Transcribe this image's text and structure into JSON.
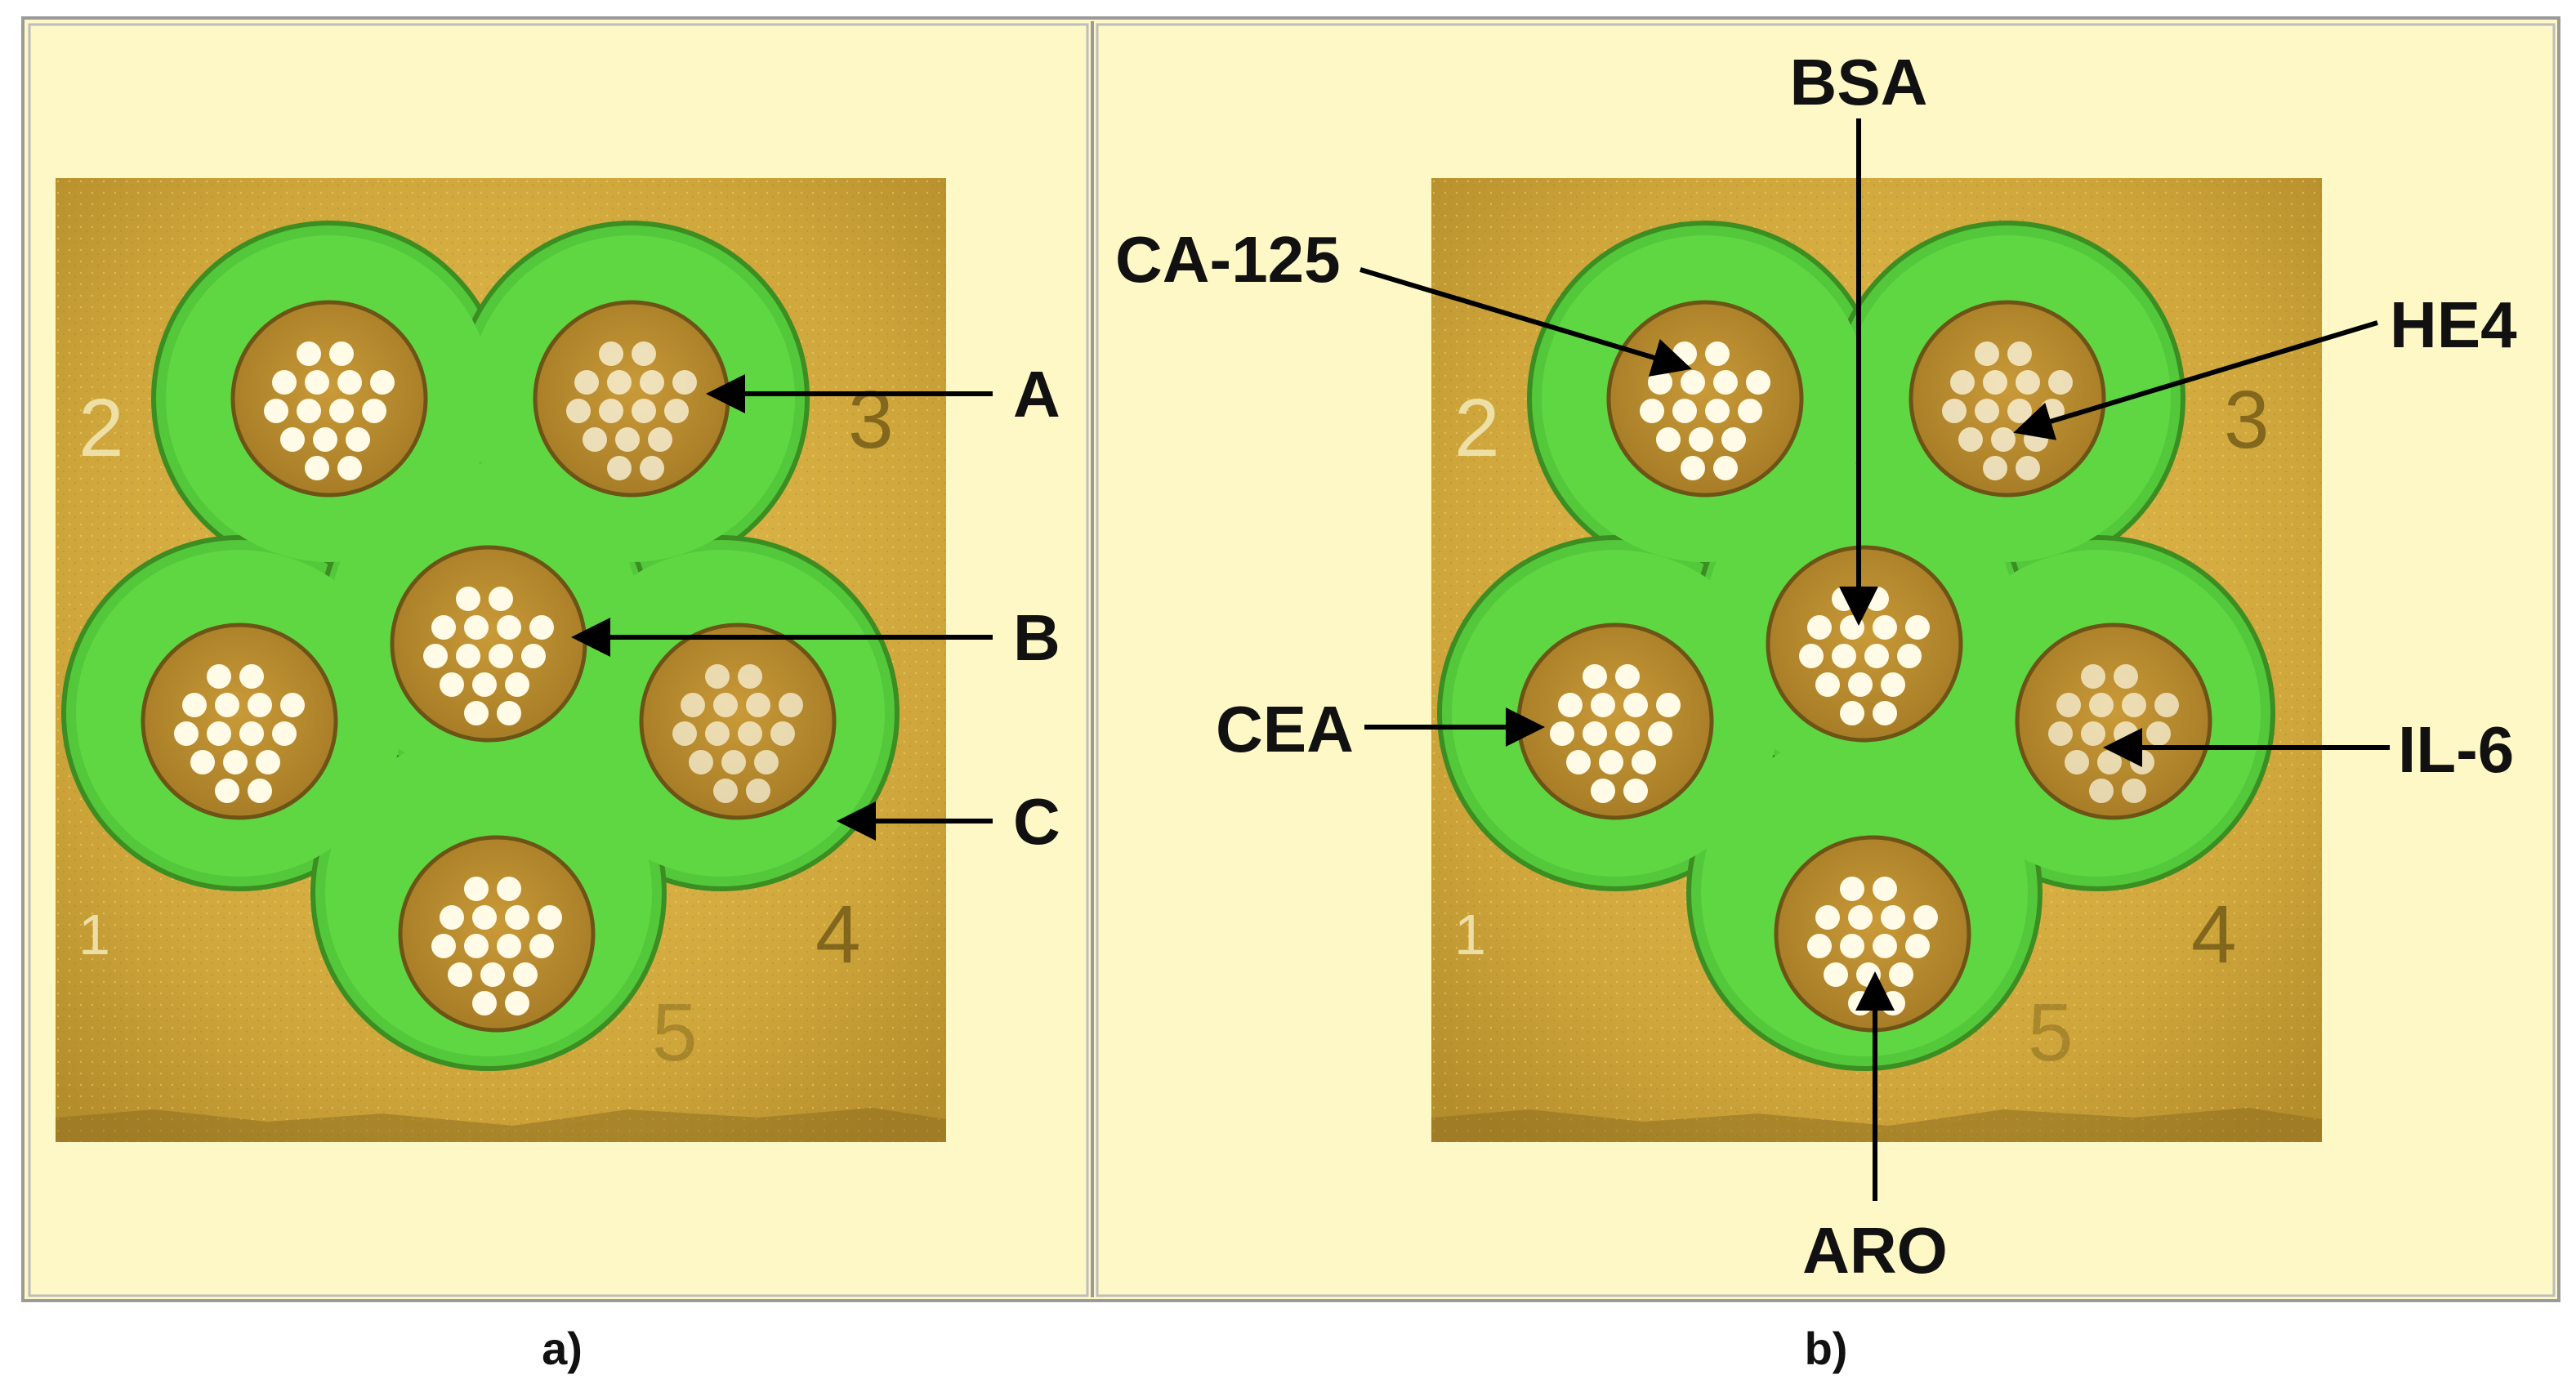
{
  "panels": [
    {
      "caption": "a)",
      "labels": {
        "A": "A",
        "B": "B",
        "C": "C"
      }
    },
    {
      "caption": "b)",
      "labels": {
        "CA125": "CA-125",
        "BSA": "BSA",
        "HE4": "HE4",
        "CEA": "CEA",
        "IL6": "IL-6",
        "ARO": "ARO"
      }
    }
  ],
  "chip_markings": [
    "2",
    "3",
    "4",
    "5",
    "1"
  ],
  "colors": {
    "background_panel": "#fdf8c6",
    "gold_substrate": "#cda33a",
    "green_insulation": "#4fcc3a",
    "electrode_gold": "#b88b2e",
    "pore": "#fffbe6",
    "border": "#999999",
    "arrow": "#000000"
  }
}
